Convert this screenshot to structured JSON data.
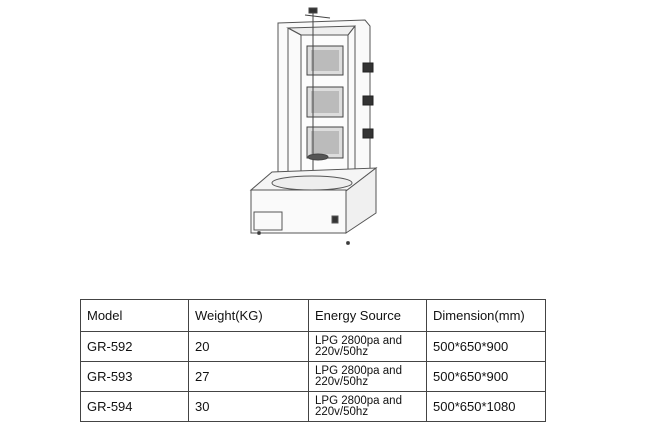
{
  "product_image": {
    "subject": "vertical-gyro-broiler"
  },
  "spec_table": {
    "headers": [
      "Model",
      "Weight(KG)",
      "Energy Source",
      "Dimension(mm)"
    ],
    "rows": [
      {
        "model": "GR-592",
        "weight": "20",
        "energy_line1": "LPG 2800pa and",
        "energy_line2": "220v/50hz",
        "dimension": "500*650*900"
      },
      {
        "model": "GR-593",
        "weight": "27",
        "energy_line1": "LPG 2800pa and",
        "energy_line2": "220v/50hz",
        "dimension": "500*650*900"
      },
      {
        "model": "GR-594",
        "weight": "30",
        "energy_line1": "LPG 2800pa and",
        "energy_line2": "220v/50hz",
        "dimension": "500*650*1080"
      }
    ]
  }
}
